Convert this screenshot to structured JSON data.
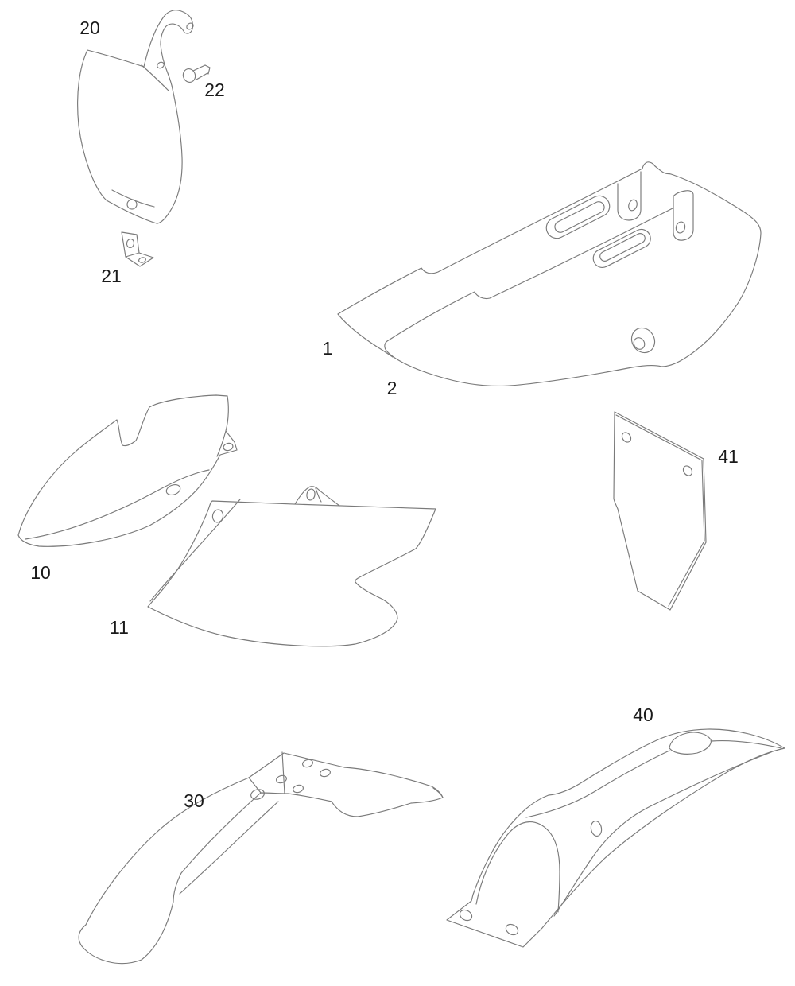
{
  "figure": {
    "background_color": "#ffffff",
    "line_color": "#7a7a7a",
    "label_color": "#1a1a1a",
    "callouts": {
      "c20": "20",
      "c22": "22",
      "c21": "21",
      "c1": "1",
      "c2": "2",
      "c10": "10",
      "c11": "11",
      "c41": "41",
      "c30": "30",
      "c40": "40"
    }
  }
}
